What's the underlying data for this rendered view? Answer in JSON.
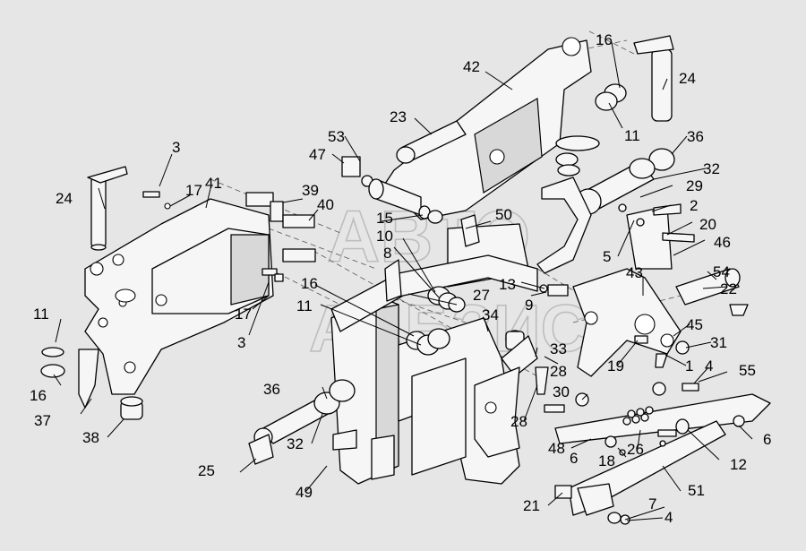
{
  "watermark": {
    "line1": "АВТО",
    "line2": "ААБЗИС"
  },
  "callouts": {
    "c1": "1",
    "c2": "2",
    "c3a": "3",
    "c3b": "3",
    "c4a": "4",
    "c4b": "4",
    "c5": "5",
    "c6a": "6",
    "c6b": "6",
    "c7": "7",
    "c8": "8",
    "c9": "9",
    "c10": "10",
    "c11a": "11",
    "c11b": "11",
    "c11c": "11",
    "c12": "12",
    "c13": "13",
    "c15": "15",
    "c16a": "16",
    "c16b": "16",
    "c16c": "16",
    "c17a": "17",
    "c17b": "17",
    "c18": "18",
    "c19": "19",
    "c20": "20",
    "c21": "21",
    "c22": "22",
    "c23": "23",
    "c24a": "24",
    "c24b": "24",
    "c25": "25",
    "c26": "26",
    "c27": "27",
    "c28a": "28",
    "c28b": "28",
    "c29": "29",
    "c30": "30",
    "c31": "31",
    "c32a": "32",
    "c32b": "32",
    "c33": "33",
    "c34": "34",
    "c36a": "36",
    "c36b": "36",
    "c37": "37",
    "c38": "38",
    "c39": "39",
    "c40": "40",
    "c41": "41",
    "c42": "42",
    "c43": "43",
    "c45": "45",
    "c46": "46",
    "c47": "47",
    "c48": "48",
    "c49": "49",
    "c50": "50",
    "c51": "51",
    "c53": "53",
    "c54": "54",
    "c55": "55"
  },
  "colors": {
    "background": "#e6e6e6",
    "line": "#000000",
    "watermark": "#bdbdbd"
  }
}
